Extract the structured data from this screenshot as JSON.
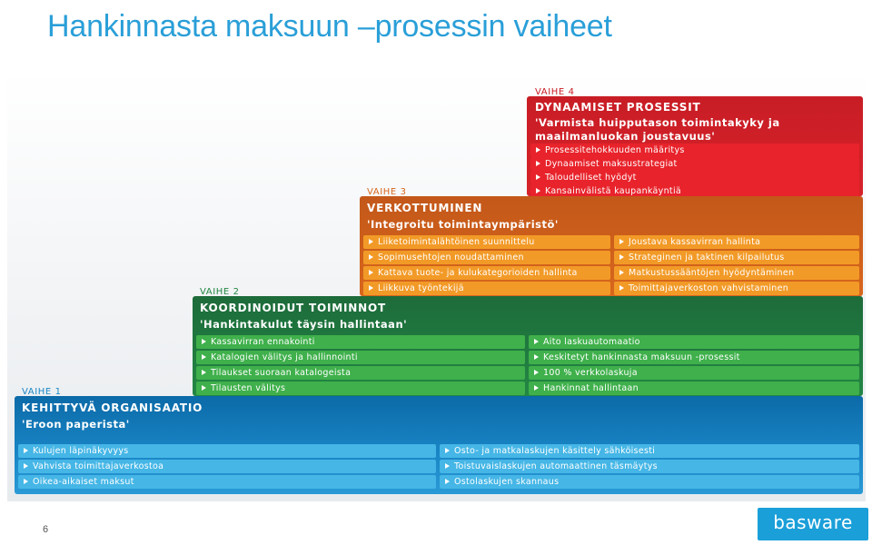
{
  "title": "Hankinnasta maksuun –prosessin vaiheet",
  "page_number": "6",
  "logo_text": "basware",
  "colors": {
    "title": "#2a9fd8",
    "stage1": "#1a86c6",
    "stage2": "#238744",
    "stage3": "#d8661c",
    "stage4": "#d7222a"
  },
  "stages": [
    {
      "label": "VAIHE 1",
      "heading": "KEHITTYVÄ ORGANISAATIO",
      "quote": "'Eroon paperista'",
      "left_items": [
        "Kulujen läpinäkyvyys",
        "Vahvista toimittajaverkostoa",
        "Oikea-aikaiset maksut"
      ],
      "right_items": [
        "Osto- ja matkalaskujen käsittely sähköisesti",
        "Toistuvaislaskujen automaattinen täsmäytys",
        "Ostolaskujen skannaus"
      ]
    },
    {
      "label": "VAIHE 2",
      "heading": "KOORDINOIDUT TOIMINNOT",
      "quote": "'Hankintakulut täysin hallintaan'",
      "left_items": [
        "Kassavirran ennakointi",
        "Katalogien välitys ja hallinnointi",
        "Tilaukset suoraan katalogeista",
        "Tilausten välitys"
      ],
      "right_items": [
        "Aito laskuautomaatio",
        "Keskitetyt hankinnasta maksuun -prosessit",
        "100 % verkkolaskuja",
        "Hankinnat hallintaan"
      ]
    },
    {
      "label": "VAIHE 3",
      "heading": "VERKOTTUMINEN",
      "quote": "'Integroitu toimintaympäristö'",
      "left_items": [
        "Liiketoimintalähtöinen suunnittelu",
        "Sopimusehtojen noudattaminen",
        "Kattava tuote- ja kulukategorioiden hallinta",
        "Liikkuva työntekijä"
      ],
      "right_items": [
        "Joustava kassavirran hallinta",
        "Strateginen ja taktinen kilpailutus",
        "Matkustussääntöjen hyödyntäminen",
        "Toimittajaverkoston vahvistaminen"
      ]
    },
    {
      "label": "VAIHE 4",
      "heading": "DYNAAMISET PROSESSIT",
      "quote_line1": "'Varmista huipputason toimintakyky ja",
      "quote_line2": "maailmanluokan joustavuus'",
      "items": [
        "Prosessitehokkuuden määritys",
        "Dynaamiset maksustrategiat",
        "Taloudelliset hyödyt",
        "Kansainvälistä kaupankäyntiä"
      ]
    }
  ]
}
